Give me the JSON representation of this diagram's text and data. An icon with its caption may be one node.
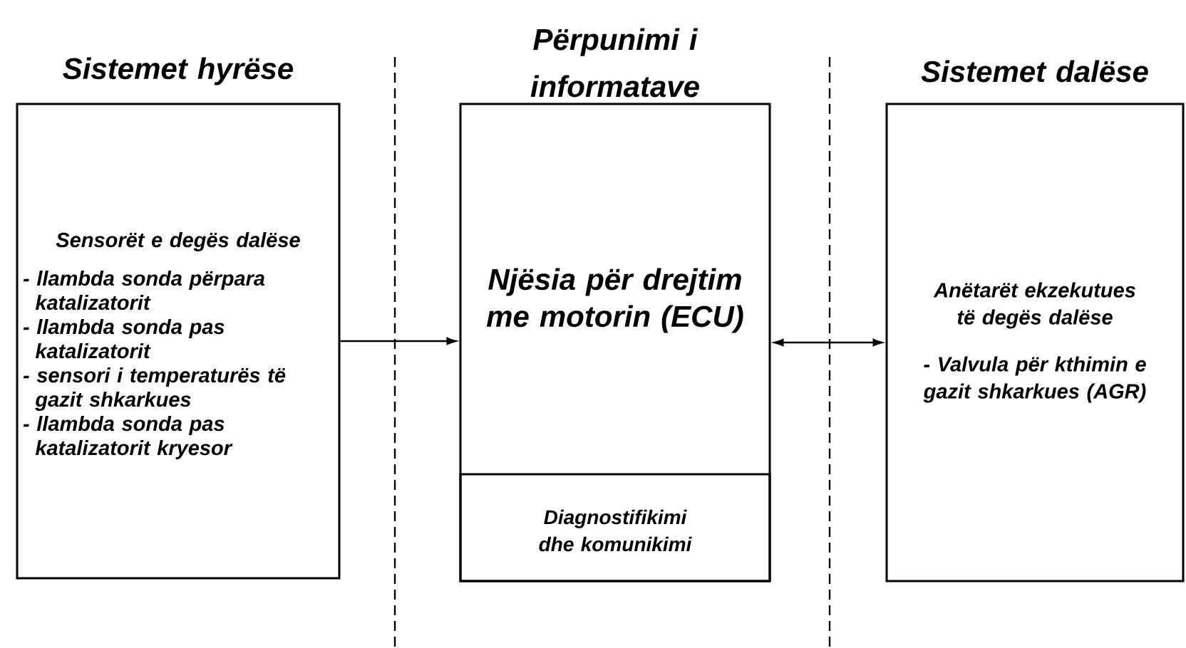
{
  "diagram": {
    "nodes": [
      {
        "text": [
          "Sistemet hyrëse",
          "Sensorët e degës dalëse",
          "- llambda sonda përpara katalizatorit",
          "- llambda sonda pas katalizatorit",
          "- sensori i temperaturës të gazit shkarkues",
          "- llambda sonda pas katalizatorit kryesor"
        ]
      },
      {
        "text": [
          "Përpunimi i informatave",
          "Njësia për drejtim me motorin (ECU)"
        ]
      },
      {
        "text": [
          "Diagnostifikimi dhe komunikimi"
        ],
        "in": 1
      },
      {
        "text": [
          "Sistemet dalëse",
          "Anëtarët ekzekutues të degës dalëse",
          "- Valvula për kthimin e gazit shkarkues (AGR)"
        ]
      }
    ],
    "edges": [
      {
        "from": 0,
        "to": 1,
        "arrow": "to"
      },
      {
        "from": 1,
        "to": 3,
        "arrow": "both"
      }
    ]
  }
}
